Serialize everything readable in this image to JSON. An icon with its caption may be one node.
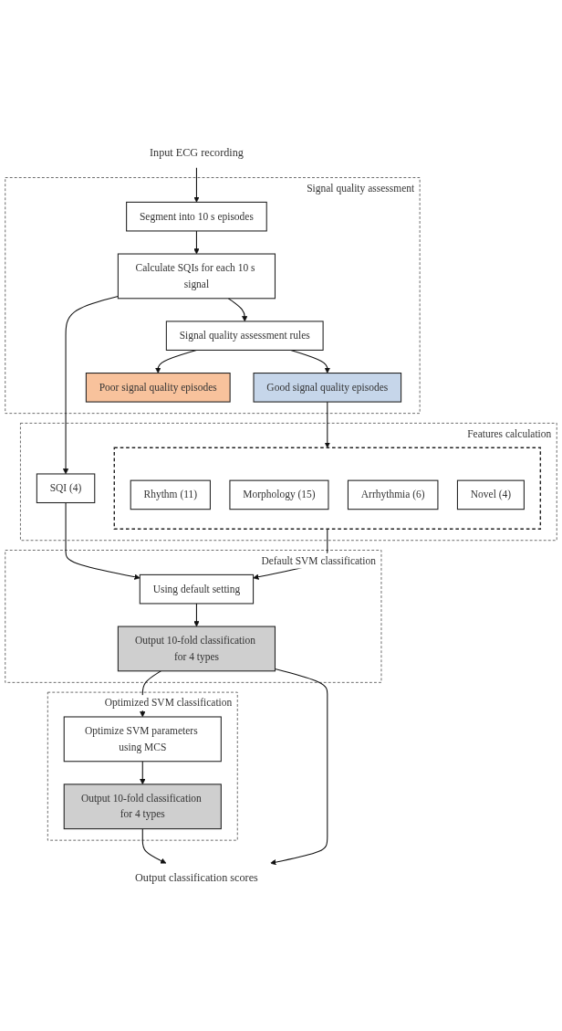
{
  "diagram": {
    "nodes": [
      {
        "text": [
          "Input ECG recording"
        ]
      },
      {
        "text": [
          "Signal quality assessment"
        ]
      },
      {
        "text": [
          "Segment into 10 s episodes"
        ],
        "in": 1
      },
      {
        "text": [
          "Calculate SQIs for each 10 s signal"
        ],
        "in": 1
      },
      {
        "text": [
          "Signal quality assessment rules"
        ],
        "in": 1
      },
      {
        "text": [
          "Good signal quality episodes"
        ],
        "in": 1
      },
      {
        "text": [
          "Poor signal quality episodes"
        ],
        "in": 1
      },
      {
        "text": [
          "Features calculation"
        ]
      },
      {
        "text": [],
        "shape": "box",
        "in": 7
      },
      {
        "text": [
          "Rhythm (11)"
        ],
        "in": 8
      },
      {
        "text": [
          "Morphology (15)"
        ],
        "in": 8
      },
      {
        "text": [
          "Arrhythmia (6)"
        ],
        "in": 8
      },
      {
        "text": [
          "Novel (4)"
        ],
        "in": 8
      },
      {
        "text": [
          "SQI (4)"
        ],
        "in": 7
      },
      {
        "text": [
          "Default SVM classification"
        ]
      },
      {
        "text": [
          "Using default setting"
        ],
        "in": 14
      },
      {
        "text": [
          "Output 10-fold classification for 4 types"
        ],
        "in": 14
      },
      {
        "text": [
          "Optimized SVM classification"
        ]
      },
      {
        "text": [
          "Optimize SVM parameters using MCS"
        ],
        "in": 17
      },
      {
        "text": [
          "Output 10-fold classification for 4 types"
        ],
        "in": 17
      },
      {
        "text": [
          "Output classification scores"
        ]
      }
    ],
    "edges": [
      {
        "from": 0,
        "to": 2,
        "arrow": "to"
      },
      {
        "from": 2,
        "to": 3,
        "arrow": "to"
      },
      {
        "from": 3,
        "to": 4,
        "arrow": "to"
      },
      {
        "from": 4,
        "to": 5,
        "arrow": "to"
      },
      {
        "from": 4,
        "to": 6,
        "arrow": "to"
      },
      {
        "from": 3,
        "to": 13,
        "arrow": "to"
      },
      {
        "from": 5,
        "to": 8,
        "arrow": "to"
      },
      {
        "from": 8,
        "to": 15,
        "arrow": "to"
      },
      {
        "from": 13,
        "to": 15,
        "arrow": "to"
      },
      {
        "from": 15,
        "to": 16,
        "arrow": "to"
      },
      {
        "from": 16,
        "to": 18,
        "arrow": "to"
      },
      {
        "from": 18,
        "to": 19,
        "arrow": "to"
      },
      {
        "from": 19,
        "to": 20,
        "arrow": "to"
      },
      {
        "from": 16,
        "to": 20,
        "arrow": "to"
      }
    ]
  }
}
